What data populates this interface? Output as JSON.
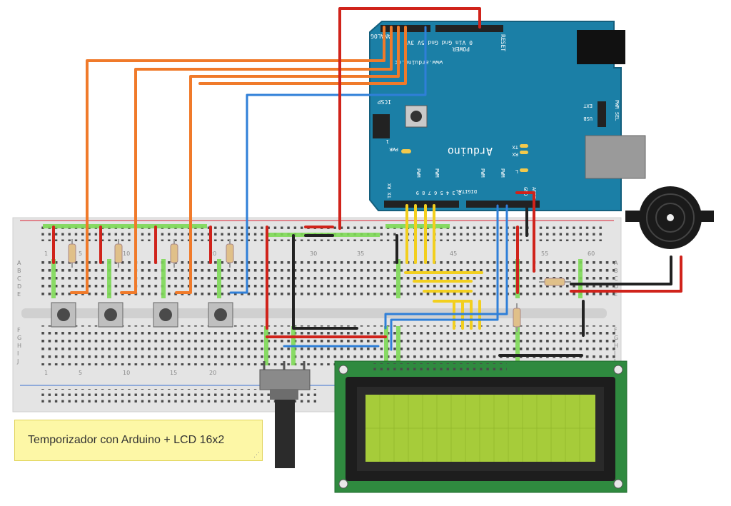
{
  "note": {
    "text": "Temporizador con Arduino + LCD 16x2"
  },
  "breadboard": {
    "column_numbers": [
      "1",
      "5",
      "10",
      "15",
      "20",
      "30",
      "35",
      "45",
      "55",
      "60"
    ],
    "row_letters": [
      "A",
      "B",
      "C",
      "D",
      "E",
      "F",
      "G",
      "H",
      "I",
      "J"
    ]
  },
  "arduino": {
    "brand": "Arduino",
    "website": "www.arduino.cc",
    "labels": {
      "analog_in": "ANALOG IN",
      "power": "POWER",
      "power_pins": "0 Vin Gnd Gnd 5V 3V3",
      "reset": "RESET",
      "icsp": "ICSP",
      "pwr": "PWR",
      "pwr_sel": "PWR SEL",
      "ext": "EXT",
      "usb": "USB",
      "tx": "TX",
      "rx": "RX",
      "l": "L",
      "digital": "DIGITAL",
      "pwm": "PWM",
      "gnd": "GND",
      "aref": "AREF",
      "one": "1",
      "txrx_pins": "TX RX",
      "digital_pins": "2 3 4 5 6 7 8 9"
    }
  },
  "colors": {
    "orange_wire": "#f07a2a",
    "blue_wire": "#2f7fd8",
    "red_wire": "#d0231b",
    "black_wire": "#222222",
    "yellow_wire": "#f2cf1e",
    "arduino_board": "#1b7fa6",
    "lcd_pcb": "#2f8a3f",
    "lcd_screen": "#a6cc3a",
    "breadboard": "#e6e6e6",
    "note_bg": "#fdf7a6"
  },
  "icons": [
    "push-button-icon",
    "resistor-icon",
    "potentiometer-icon",
    "buzzer-icon",
    "lcd-icon",
    "arduino-board-icon"
  ]
}
